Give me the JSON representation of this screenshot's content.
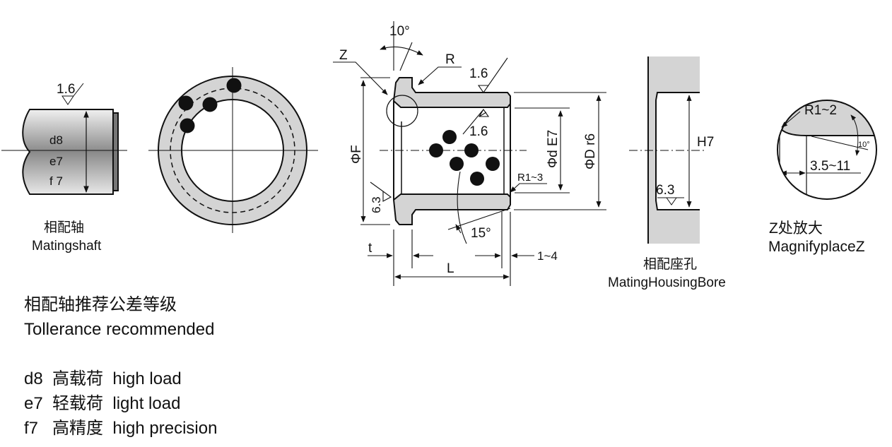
{
  "shaft": {
    "roughness": "1.6",
    "tolerances": [
      "d8",
      "e7",
      "f 7"
    ],
    "label_cn": "相配轴",
    "label_en": "Matingshaft"
  },
  "bushing": {
    "angle_top": "10°",
    "z_label": "Z",
    "r_label": "R",
    "roughness_outer": "1.6",
    "roughness_inner": "1.6",
    "roughness_flange": "6.3",
    "dia_flange": "ΦF",
    "dia_inner": "Φd E7",
    "dia_outer": "ΦD r6",
    "corner_radius": "R1~3",
    "chamfer_angle": "15°",
    "flange_thickness": "t",
    "length": "L",
    "chamfer_length": "1~4"
  },
  "housing": {
    "tolerance": "H7",
    "roughness": "6.3",
    "label_cn": "相配座孔",
    "label_en": "MatingHousingBore"
  },
  "detail_z": {
    "radius": "R1~2",
    "angle": "10°",
    "length": "3.5~11",
    "label_cn": "Z处放大",
    "label_en": "MagnifyplaceZ"
  },
  "notes": {
    "title_cn": "相配轴推荐公差等级",
    "title_en": "Tollerance recommended",
    "items": [
      "d8  高载荷  high load",
      "e7  轻载荷  light load",
      "f7   高精度  high precision"
    ]
  },
  "colors": {
    "fill": "#d4d4d4",
    "line": "#111111"
  }
}
